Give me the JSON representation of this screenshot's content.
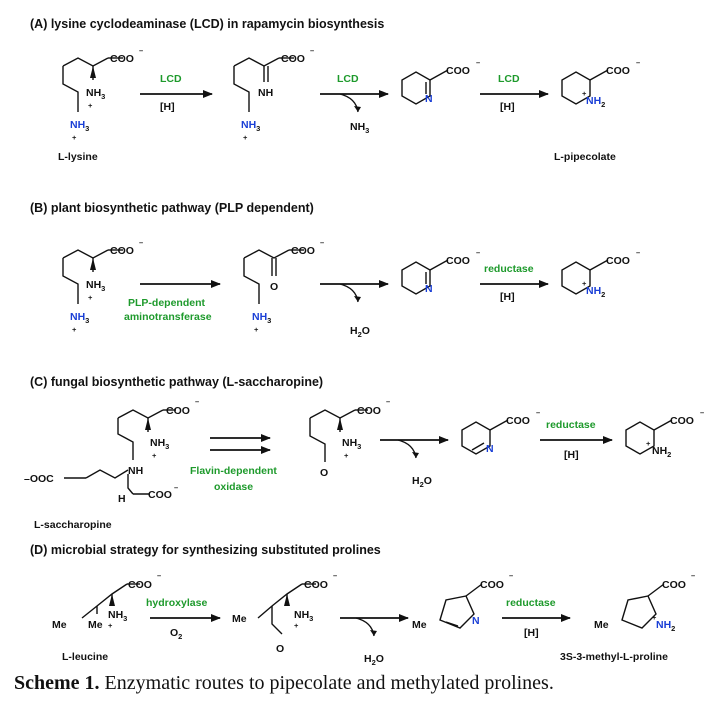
{
  "sections": {
    "A": {
      "title": "(A) lysine cyclodeaminase (LCD) in rapamycin biosynthesis",
      "enzyme1": "LCD",
      "cond1": "[H]",
      "enzyme2": "LCD",
      "byproduct2": "NH",
      "enzyme3": "LCD",
      "cond3": "[H]",
      "label_start": "L-lysine",
      "label_end": "L-pipecolate"
    },
    "B": {
      "title": "(B) plant biosynthetic pathway (PLP dependent)",
      "enzyme1_line1": "PLP-dependent",
      "enzyme1_line2": "aminotransferase",
      "byproduct2": "H",
      "byproduct2_tail": "O",
      "enzyme3": "reductase",
      "cond3": "[H]"
    },
    "C": {
      "title": "(C) fungal biosynthetic pathway (L-saccharopine)",
      "enzyme1_line1": "Flavin-dependent",
      "enzyme1_line2": "oxidase",
      "byproduct2": "H",
      "byproduct2_tail": "O",
      "enzyme3": "reductase",
      "cond3": "[H]",
      "label_start": "L-saccharopine",
      "ooc_left": "–OOC"
    },
    "D": {
      "title": "(D) microbial strategy for synthesizing substituted prolines",
      "enzyme1": "hydroxylase",
      "cond1": "O",
      "cond1_sub": "2",
      "byproduct2": "H",
      "byproduct2_tail": "O",
      "enzyme3": "reductase",
      "cond3": "[H]",
      "label_start": "L-leucine",
      "label_end": "3S-3-methyl-L-proline"
    }
  },
  "atoms": {
    "coo": "COO",
    "minus": "–",
    "nh": "NH",
    "n": "N",
    "o": "O",
    "h": "H",
    "me": "Me",
    "plus": "+",
    "sub2": "2",
    "sub3": "3"
  },
  "caption": {
    "label": "Scheme 1.",
    "text": " Enzymatic routes to pipecolate and methylated prolines."
  }
}
